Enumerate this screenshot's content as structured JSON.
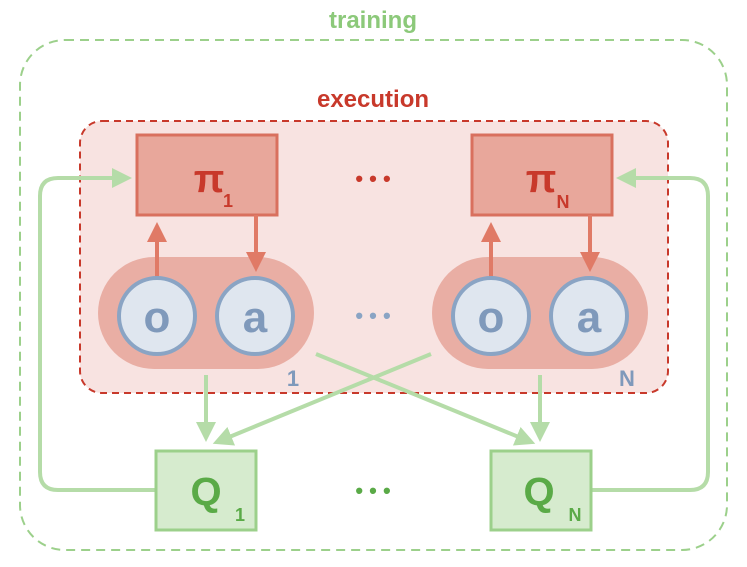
{
  "training": {
    "label": "training",
    "color": "#8cc97a",
    "critics": [
      {
        "symbol": "Q",
        "index": "1"
      },
      {
        "symbol": "Q",
        "index": "N"
      }
    ],
    "ellipsis": "• • •"
  },
  "execution": {
    "label": "execution",
    "color": "#c8392b",
    "policies": [
      {
        "symbol": "π",
        "index": "1"
      },
      {
        "symbol": "π",
        "index": "N"
      }
    ],
    "ellipsis": "• • •",
    "agents": [
      {
        "obs": "o",
        "act": "a",
        "index": "1"
      },
      {
        "obs": "o",
        "act": "a",
        "index": "N"
      }
    ],
    "agents_ellipsis": "• • •"
  },
  "colors": {
    "policy_fill": "#e8a79b",
    "policy_stroke": "#d9705e",
    "policy_text": "#c8392b",
    "exec_fill": "#f8e3e1",
    "agent_pill": "#e9aea4",
    "circle_fill": "#dfe6ef",
    "circle_stroke": "#8aa4c4",
    "circle_text": "#7f99bb",
    "critic_fill": "#d6ebce",
    "critic_stroke": "#9cd08b",
    "critic_text": "#5aaa47",
    "training_arrow": "#b5dca8",
    "exec_arrow": "#e07a66"
  }
}
